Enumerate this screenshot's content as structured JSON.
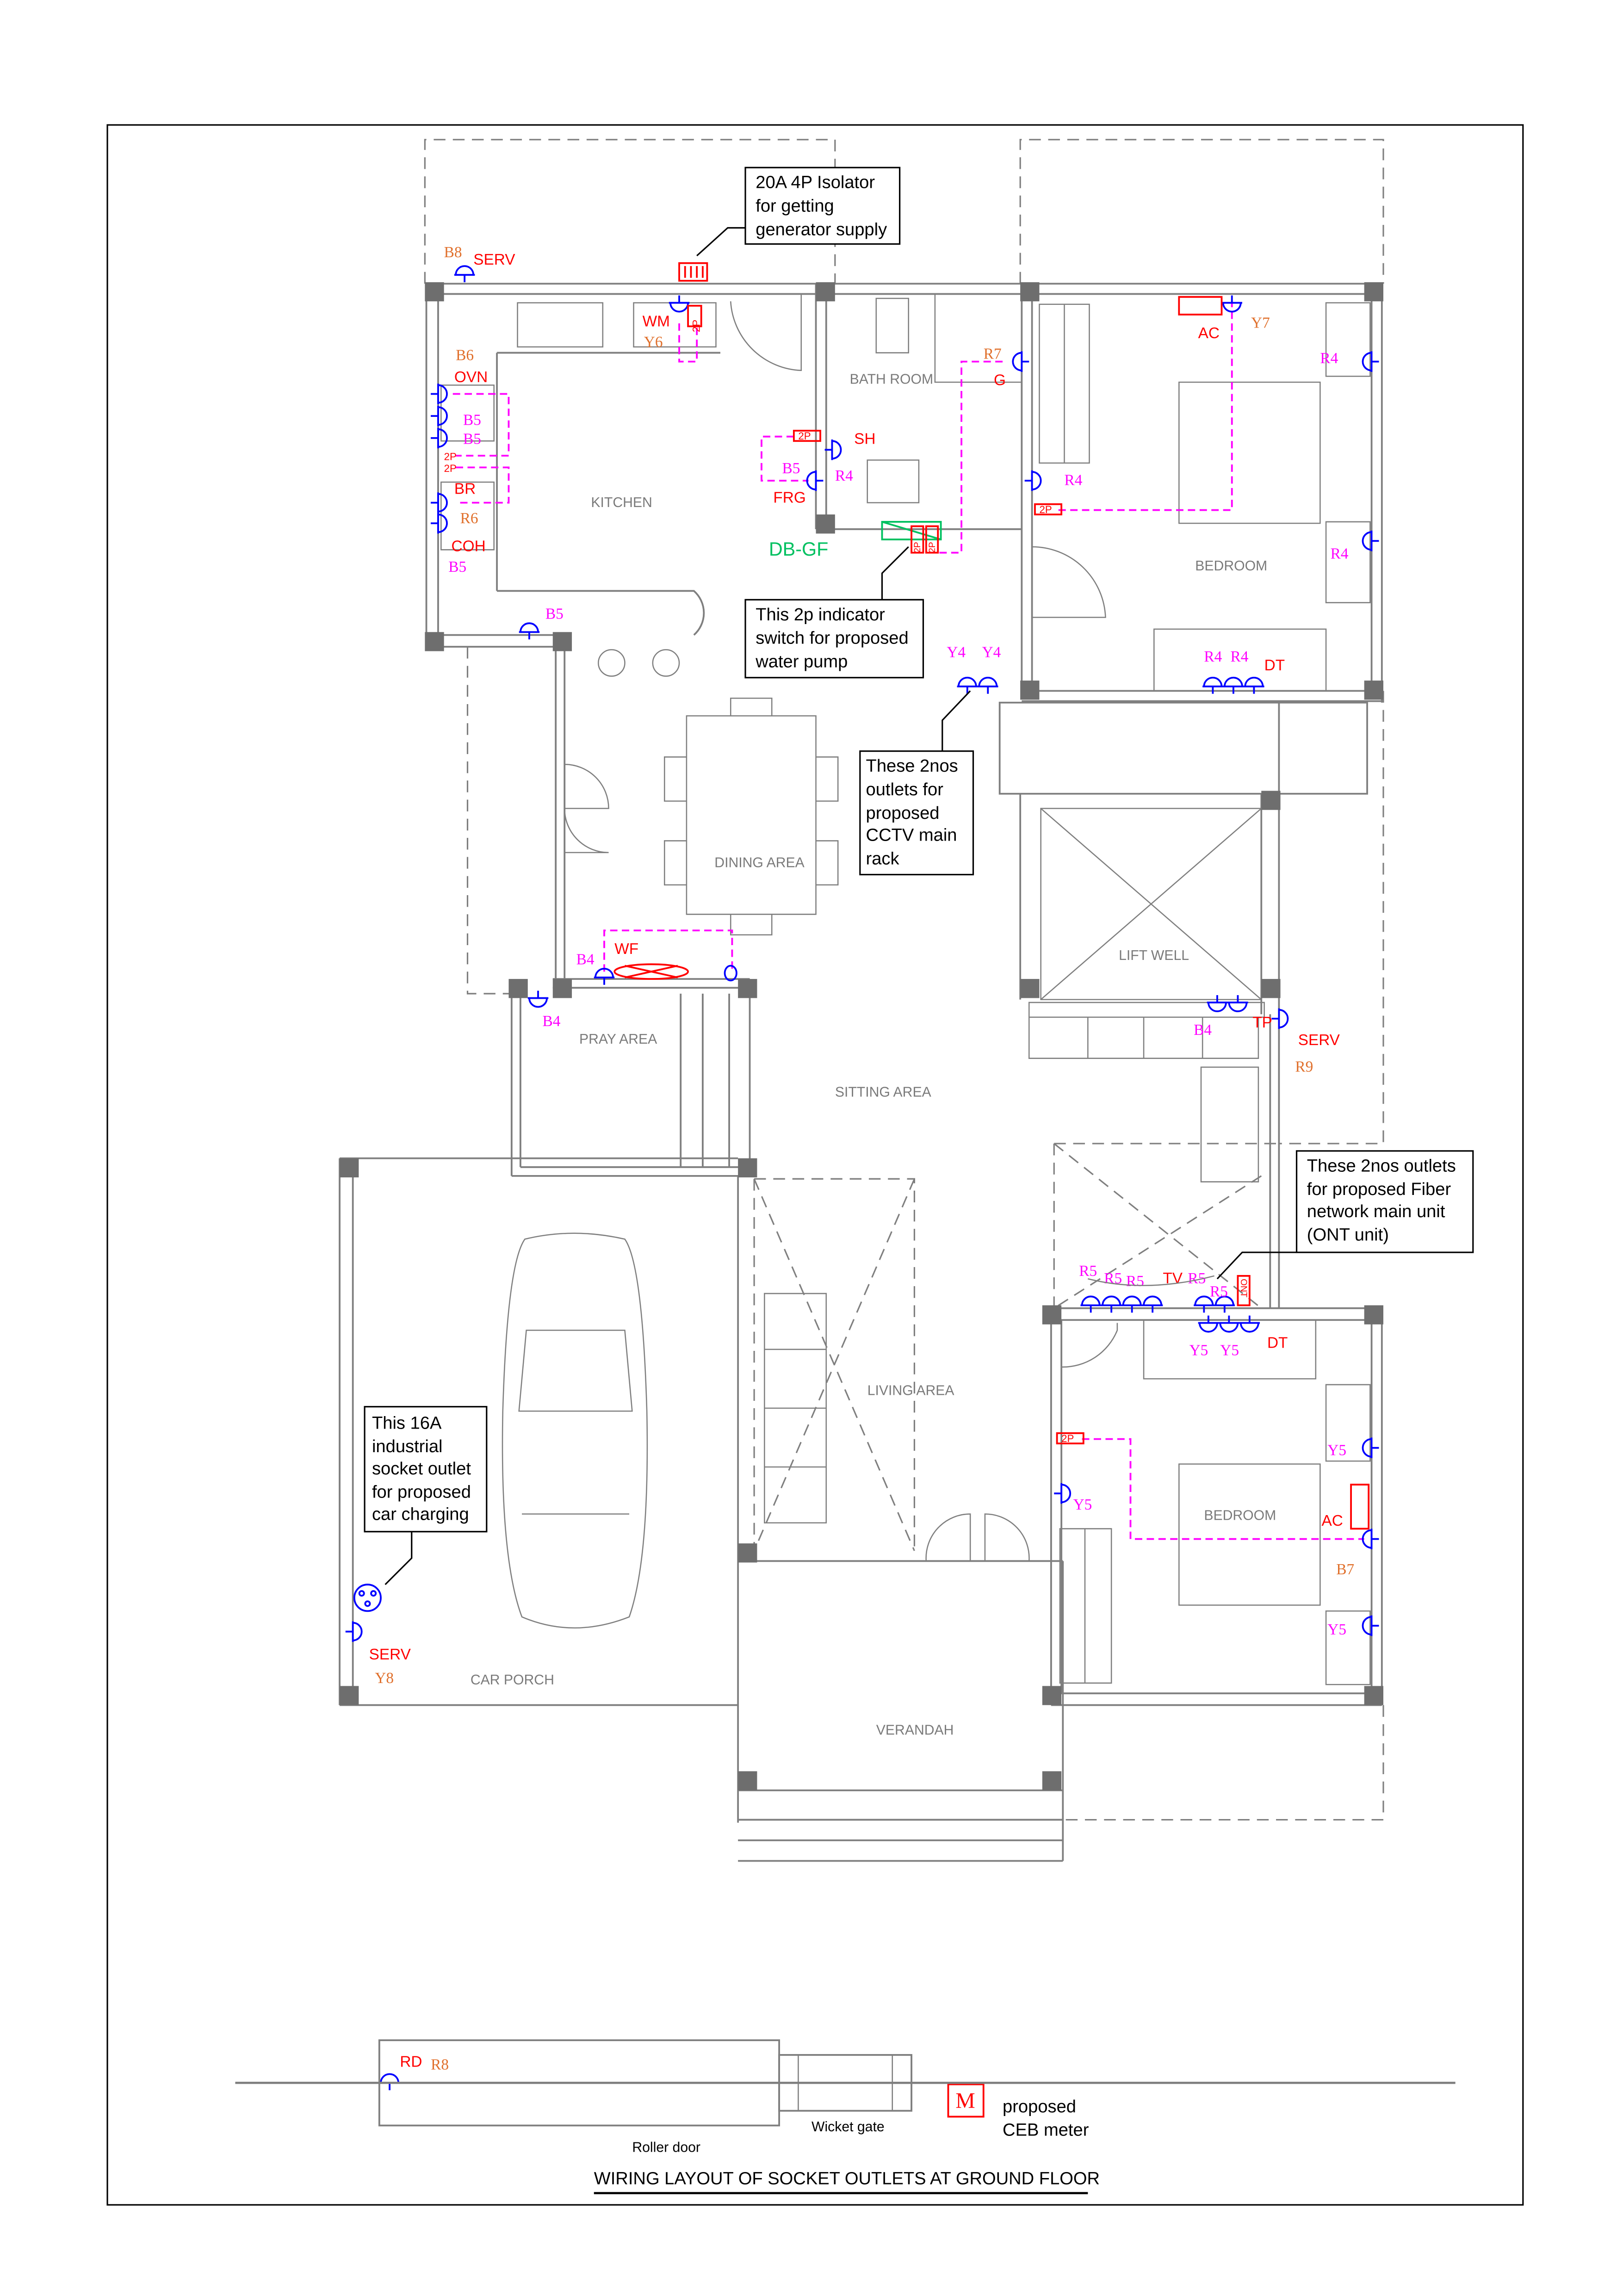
{
  "title": "WIRING LAYOUT OF SOCKET OUTLETS AT GROUND FLOOR",
  "colors": {
    "wall": "#7f7f7f",
    "wiring": "#ff00ff",
    "socket": "#0000ff",
    "device": "#ff0000",
    "circuit": "#e0702c",
    "db": "#00c060"
  },
  "rooms": {
    "kitchen": "KITCHEN",
    "bath_room": "BATH ROOM",
    "bedroom_1": "BEDROOM",
    "dining_area": "DINING AREA",
    "lift_well": "LIFT WELL",
    "pray_area": "PRAY AREA",
    "sitting_area": "SITTING AREA",
    "living_area": "LIVING AREA",
    "bedroom_2": "BEDROOM",
    "car_porch": "CAR PORCH",
    "verandah": "VERANDAH"
  },
  "notes": {
    "isolator": [
      "20A 4P Isolator",
      "for getting",
      "generator supply"
    ],
    "indicator": [
      "This 2p indicator",
      "switch for proposed",
      "water pump"
    ],
    "cctv": [
      "These 2nos",
      "outlets for",
      "proposed",
      "CCTV main",
      "rack"
    ],
    "fiber": [
      "These 2nos outlets",
      "for proposed Fiber",
      "network main unit",
      "(ONT unit)"
    ],
    "car": [
      "This 16A",
      "industrial",
      "socket outlet",
      "for proposed",
      "car charging"
    ]
  },
  "labels": {
    "kitchen": {
      "b8": "B8",
      "serv": "SERV",
      "wm": "WM",
      "y6": "Y6",
      "b6": "B6",
      "ovn": "OVN",
      "b5a": "B5",
      "b5b": "B5",
      "p2a": "2P",
      "p2b": "2P",
      "br": "BR",
      "r6": "R6",
      "coh": "COH",
      "b5c": "B5",
      "b5d": "B5",
      "p2c": "2P"
    },
    "bath": {
      "r7": "R7",
      "g": "G",
      "sh": "SH",
      "r4": "R4",
      "b5": "B5",
      "frg": "FRG",
      "p2": "2P",
      "db": "DB-GF",
      "p2x": "2P",
      "p2y": "2P"
    },
    "bedroom1": {
      "ac": "AC",
      "y7": "Y7",
      "r4a": "R4",
      "r4b": "R4",
      "p2": "2P",
      "r4c": "R4",
      "r4d": "R4",
      "r4e": "R4",
      "dt": "DT"
    },
    "hall": {
      "y4a": "Y4",
      "y4b": "Y4",
      "wf": "WF",
      "b4a": "B4",
      "b4b": "B4",
      "b4c": "B4",
      "tp": "TP",
      "serv": "SERV",
      "r9": "R9"
    },
    "tv": {
      "r5a": "R5",
      "r5b": "R5",
      "r5c": "R5",
      "tv": "TV",
      "r5d": "R5",
      "r5e": "R5",
      "ont": "ONT"
    },
    "bedroom2": {
      "y5a": "Y5",
      "y5b": "Y5",
      "dt": "DT",
      "p2": "2P",
      "y5c": "Y5",
      "y5d": "Y5",
      "ac": "AC",
      "b7": "B7",
      "y5e": "Y5"
    },
    "porch": {
      "serv": "SERV",
      "y8": "Y8"
    },
    "gate": {
      "rd": "RD",
      "r8": "R8",
      "m": "M",
      "proposed": "proposed",
      "ceb": "CEB meter",
      "roller": "Roller door",
      "wicket": "Wicket gate"
    }
  }
}
